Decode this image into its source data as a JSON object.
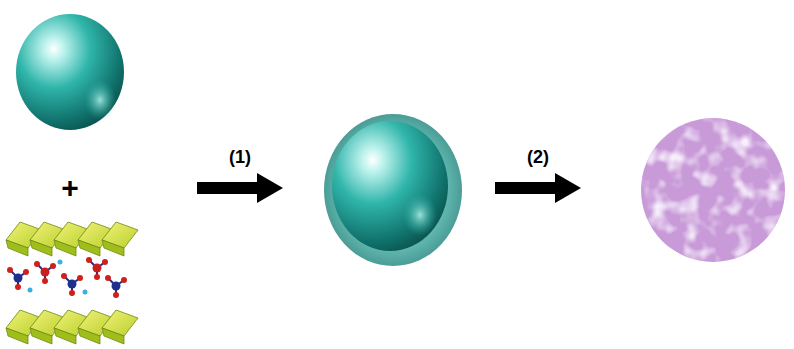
{
  "diagram": {
    "labels": [
      "+",
      "(1)",
      "(2)"
    ]
  }
}
